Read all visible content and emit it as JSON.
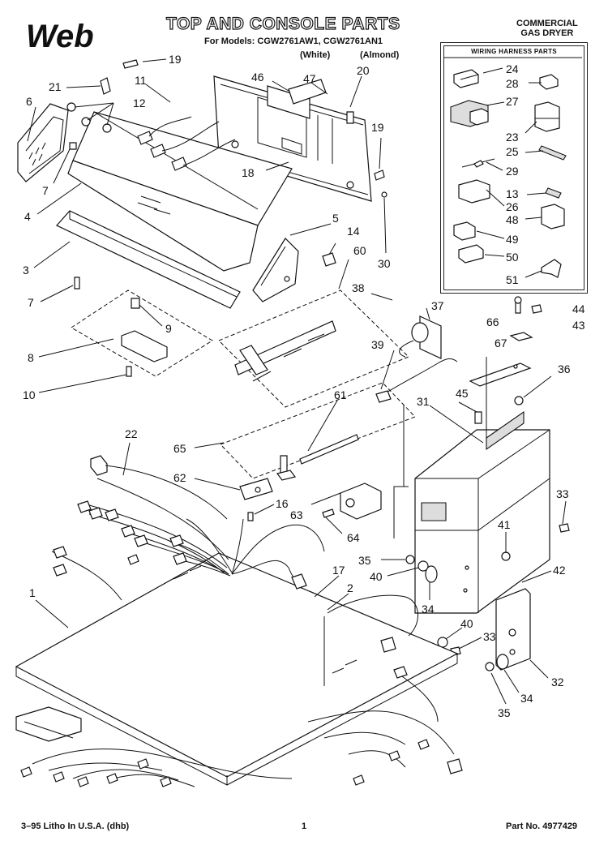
{
  "header": {
    "logo_text": "Web",
    "title": "TOP AND CONSOLE PARTS",
    "models_line": "For Models: CGW2761AW1, CGW2761AN1",
    "variant_white": "(White)",
    "variant_almond": "(Almond)",
    "commercial_line1": "COMMERCIAL",
    "commercial_line2": "GAS DRYER"
  },
  "harness": {
    "title": "WIRING HARNESS PARTS",
    "labels": [
      "24",
      "28",
      "27",
      "23",
      "25",
      "29",
      "26",
      "13",
      "48",
      "49",
      "50",
      "51"
    ]
  },
  "callouts": [
    "19",
    "21",
    "11",
    "12",
    "6",
    "7",
    "4",
    "3",
    "7",
    "9",
    "8",
    "10",
    "46",
    "47",
    "20",
    "19",
    "18",
    "5",
    "14",
    "60",
    "30",
    "38",
    "37",
    "66",
    "44",
    "67",
    "43",
    "39",
    "36",
    "45",
    "31",
    "61",
    "65",
    "22",
    "62",
    "16",
    "63",
    "64",
    "33",
    "41",
    "35",
    "40",
    "17",
    "2",
    "42",
    "34",
    "1",
    "40",
    "33",
    "32",
    "34",
    "35"
  ],
  "footer": {
    "left": "3–95 Litho In U.S.A. (dhb)",
    "center": "1",
    "right": "Part No. 4977429"
  }
}
